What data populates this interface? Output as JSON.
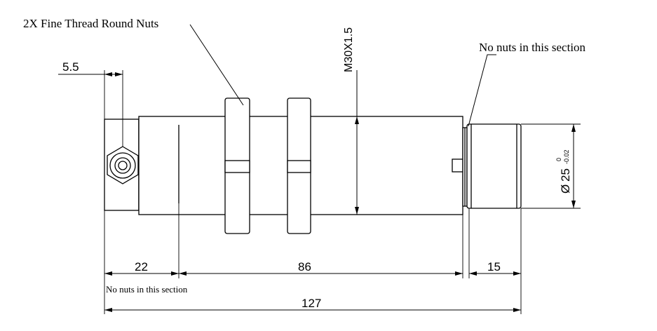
{
  "annotations": {
    "round_nuts": "2X Fine Thread Round Nuts",
    "no_nuts_right": "No nuts in this section",
    "no_nuts_left": "No nuts in this section",
    "thread_spec": "M30X1.5"
  },
  "dimensions": {
    "hex_width": "5.5",
    "left_section": "22",
    "middle_section": "86",
    "right_section": "15",
    "overall_length": "127",
    "diameter": {
      "symbol": "Ø",
      "value": "25",
      "tol_upper": "0",
      "tol_lower": "-0.02"
    }
  }
}
